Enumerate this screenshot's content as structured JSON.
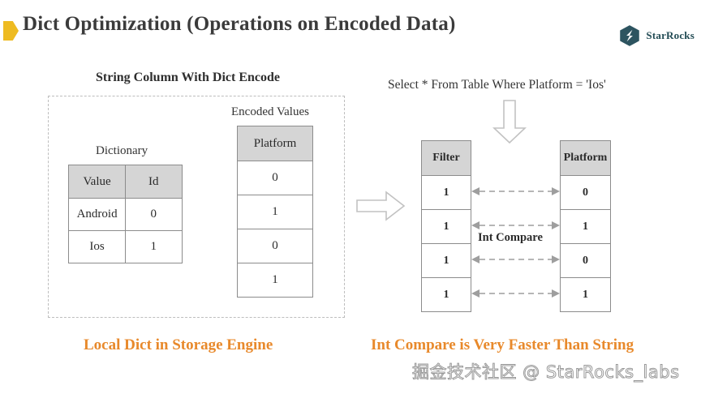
{
  "header": {
    "title": "Dict Optimization (Operations on Encoded Data)",
    "marker_color": "#eebb22",
    "title_color": "#3b3b3b",
    "brand_name": "StarRocks",
    "brand_color": "#234c55",
    "brand_icon": "starrocks-hexagon-logo-icon"
  },
  "left": {
    "heading": "String Column With Dict Encode",
    "dictionary_label": "Dictionary",
    "encoded_values_label": "Encoded Values",
    "dictionary_table": {
      "headers": [
        "Value",
        "Id"
      ],
      "rows": [
        [
          "Android",
          "0"
        ],
        [
          "Ios",
          "1"
        ]
      ]
    },
    "encoded_table": {
      "header": "Platform",
      "values": [
        "0",
        "1",
        "0",
        "1"
      ]
    },
    "footnote": "Local Dict in Storage Engine"
  },
  "middle": {
    "flow_arrow_icon": "right-block-arrow-icon"
  },
  "right": {
    "query": "Select * From Table Where Platform = 'Ios'",
    "down_arrow_icon": "down-block-arrow-icon",
    "filter_table": {
      "header": "Filter",
      "values": [
        "1",
        "1",
        "1",
        "1"
      ]
    },
    "result_table": {
      "header": "Platform",
      "values": [
        "0",
        "1",
        "0",
        "1"
      ]
    },
    "compare_label": "Int Compare",
    "compare_link_icon": "double-headed-dashed-arrow-icon",
    "footnote": "Int Compare is Very Faster Than String"
  },
  "watermark": {
    "text": "掘金技术社区 @ StarRocks_labs"
  },
  "colors": {
    "accent_orange": "#e8892b",
    "table_header_gray": "#d5d5d5",
    "table_border_gray": "#8c8c8c",
    "dashed_border_gray": "#bdbdbd"
  }
}
